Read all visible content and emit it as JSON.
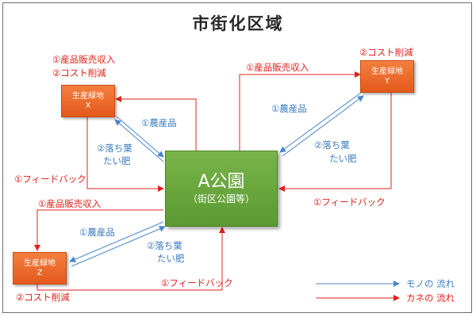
{
  "title": "市街化区域",
  "park": {
    "name": "A公園",
    "sub": "（街区公園等）"
  },
  "farm_x": {
    "name": "生産緑地",
    "id": "X"
  },
  "farm_y": {
    "name": "生産緑地",
    "id": "Y"
  },
  "farm_z": {
    "name": "生産緑地",
    "id": "Z"
  },
  "labels": {
    "x_sales": "①産品販売収入",
    "x_cost": "②コスト削減",
    "x_produce": "①農産品",
    "x_leaves": "②落ち葉",
    "x_compost": "たい肥",
    "x_feedback": "①フィードバック",
    "y_cost": "②コスト削減",
    "y_sales": "①産品販売収入",
    "y_produce": "①農産品",
    "y_leaves": "②落ち葉",
    "y_compost": "たい肥",
    "y_feedback": "①フィードバック",
    "z_sales": "①産品販売収入",
    "z_produce": "①農産品",
    "z_leaves": "②落ち葉",
    "z_compost": "たい肥",
    "z_feedback": "①フィードバック",
    "z_cost": "②コスト削減"
  },
  "legend": {
    "goods": "モノの 流れ",
    "money": "カネの 流れ"
  },
  "colors": {
    "money": "#e0201b",
    "goods": "#4a86c8",
    "farm": "#ed6b2b",
    "park": "#6aa73d"
  }
}
